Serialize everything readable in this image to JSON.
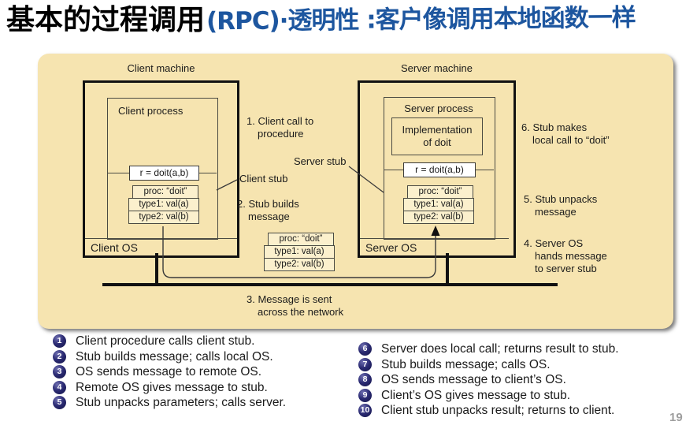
{
  "title": {
    "black_text": "基本的过程调用",
    "blue_annotation": "(RPC)·透明性 :客户像调用本地函数一样"
  },
  "colors": {
    "panel_background": "#f6e4b0",
    "annotation_blue": "#1d569f",
    "ball_navy": "#2a2a72",
    "page_number_gray": "#9e9e9e"
  },
  "diagram": {
    "client": {
      "machine_label": "Client machine",
      "process_label": "Client process",
      "call_code": "r = doit(a,b)",
      "stack": [
        "proc: “doit”",
        "type1:  val(a)",
        "type2:  val(b)"
      ],
      "os_label": "Client OS",
      "stub_label": "Client stub"
    },
    "server": {
      "machine_label": "Server machine",
      "process_label": "Server process",
      "impl_label": "Implementation\nof doit",
      "call_code": "r = doit(a,b)",
      "stack": [
        "proc: “doit”",
        "type1:  val(a)",
        "type2:  val(b)"
      ],
      "os_label": "Server OS",
      "stub_label": "Server stub"
    },
    "message_box": [
      "proc: “doit”",
      "type1:  val(a)",
      "type2:  val(b)"
    ],
    "annotations": {
      "step1": "1. Client call to\nprocedure",
      "step2": "2. Stub builds\nmessage",
      "step3": "3. Message is sent\nacross the network",
      "step4": "4. Server OS\nhands message\nto server stub",
      "step5": "5. Stub unpacks\nmessage",
      "step6": "6. Stub makes\nlocal call to “doit”"
    }
  },
  "steps_left": [
    {
      "num": "1",
      "text": "Client procedure calls client stub."
    },
    {
      "num": "2",
      "text": "Stub builds message; calls local OS."
    },
    {
      "num": "3",
      "text": "OS sends message to remote OS."
    },
    {
      "num": "4",
      "text": "Remote OS gives message to stub."
    },
    {
      "num": "5",
      "text": "Stub unpacks parameters; calls server."
    }
  ],
  "steps_right": [
    {
      "num": "6",
      "text": "Server does local call; returns result to stub."
    },
    {
      "num": "7",
      "text": "Stub builds message; calls OS."
    },
    {
      "num": "8",
      "text": "OS sends message to client’s OS."
    },
    {
      "num": "9",
      "text": "Client’s OS gives message to stub."
    },
    {
      "num": "10",
      "text": "Client stub unpacks result; returns to client."
    }
  ],
  "page_number": "19"
}
